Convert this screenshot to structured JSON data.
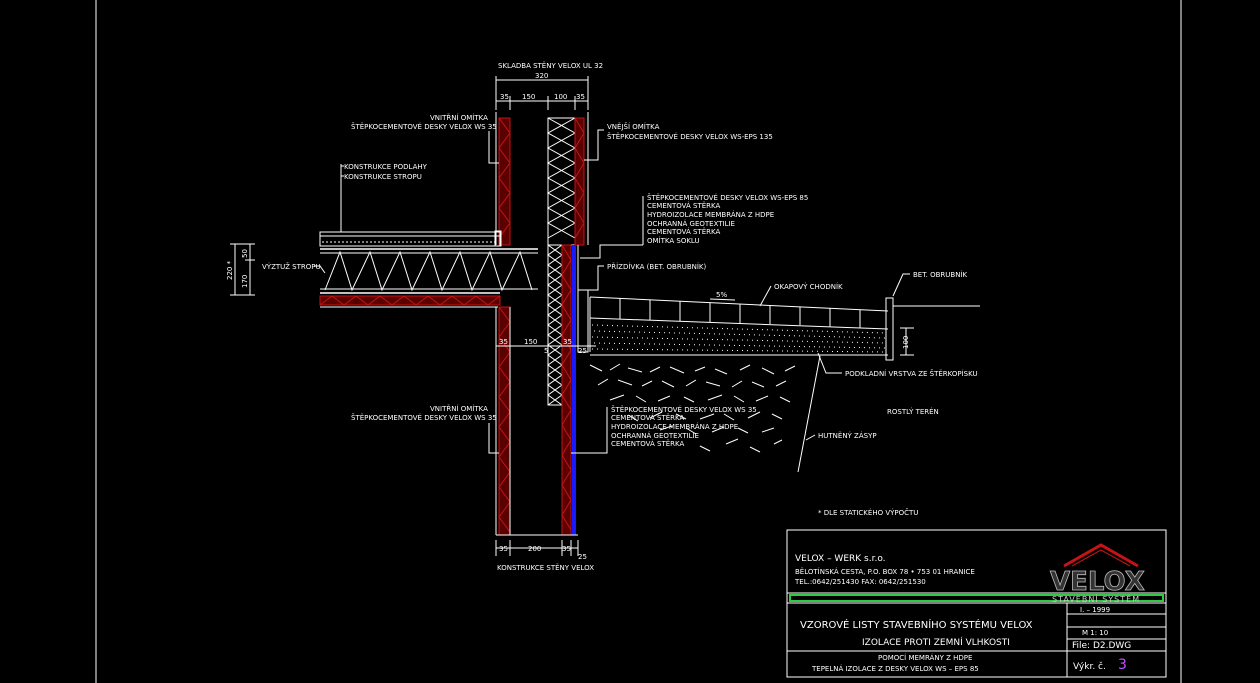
{
  "section": {
    "title": "SKLADBA STĚNY VELOX UL 32",
    "dim_total": "320",
    "dims_top": [
      "35",
      "150",
      "100",
      "35"
    ],
    "dims_mid": [
      "35",
      "150",
      "35",
      "5",
      "25"
    ],
    "dims_bottom": [
      "35",
      "200",
      "35",
      "25"
    ],
    "bottom_caption": "KONSTRUKCE STĚNY VELOX"
  },
  "labels": {
    "inner_plaster_1": "VNITŘNÍ OMÍTKA",
    "inner_board_1": "ŠTĚPKOCEMENTOVÉ DESKY VELOX WS 35",
    "outer_plaster": "VNĚJŠÍ OMÍTKA",
    "outer_board": "ŠTĚPKOCEMENTOVÉ DESKY VELOX WS-EPS 135",
    "floor_construction": "KONSTRUKCE PODLAHY",
    "ceiling_construction": "KONSTRUKCE STROPU",
    "plinth_layers": [
      "ŠTĚPKOCEMENTOVÉ DESKY VELOX WS-EPS 85",
      "CEMENTOVÁ STĚRKA",
      "HYDROIZOLACE MEMBRÁNA Z HDPE",
      "OCHRANNÁ GEOTEXTILIE",
      "CEMENTOVÁ STĚRKA",
      "OMÍTKA SOKLU"
    ],
    "reinforcement": "VÝZTUŽ STROPU",
    "h_total": "220 *",
    "h_top": "50",
    "h_bottom": "170",
    "curb_detail": "PŘÍZDÍVKA (BET. OBRUBNÍK)",
    "slope": "5%",
    "pavement": "OKAPOVÝ CHODNÍK",
    "curb": "BET. OBRUBNÍK",
    "gravel_dim": "100",
    "gravel_layer": "PODKLADNÍ VRSTVA ZE ŠTĚRKOPÍSKU",
    "soil": "ROSTLÝ TERÉN",
    "backfill": "HUTNĚNÝ ZÁSYP",
    "inner_plaster_2": "VNITŘNÍ OMÍTKA",
    "inner_board_2": "ŠTĚPKOCEMENTOVÉ DESKY VELOX WS 35",
    "below_layers": [
      "ŠTĚPKOCEMENTOVÉ DESKY VELOX WS 35",
      "CEMENTOVÁ STĚRKA",
      "HYDROIZOLACE MEMBRÁNA Z HDPE",
      "OCHRANNÁ GEOTEXTILIE",
      "CEMENTOVÁ STĚRKA"
    ],
    "static_note": "* DLE STATICKÉHO VÝPOČTU"
  },
  "title_block": {
    "company": "VELOX – WERK s.r.o.",
    "address": "BĚLOTÍNSKÁ CESTA, P.O. BOX 78 • 753 01 HRANICE",
    "contact": "TEL.:0642/251430   FAX: 0642/251530",
    "logo_text": "VELOX",
    "logo_sub": "STAVEBNÍ SYSTÉM",
    "series_title": "VZOROVÉ LISTY STAVEBNÍHO SYSTÉMU VELOX",
    "subject": "IZOLACE PROTI ZEMNÍ VLHKOSTI",
    "date": "I. – 1999",
    "scale": "M 1: 10",
    "file": "File:  D2.DWG",
    "desc_1": "POMOCÍ MEMRÁNY Z HDPE",
    "desc_2": "TEPELNÁ IZOLACE Z   DESKY VELOX WS – EPS 85",
    "sheet_label": "Výkr. č.",
    "sheet_no": "3"
  },
  "colors": {
    "background": "#000000",
    "line": "#ffffff",
    "board_red": "#c41414",
    "membrane_blue": "#1a1aff",
    "logo_red": "#c41414",
    "logo_green": "#2ecc40",
    "sheet_number": "#c050ff"
  }
}
